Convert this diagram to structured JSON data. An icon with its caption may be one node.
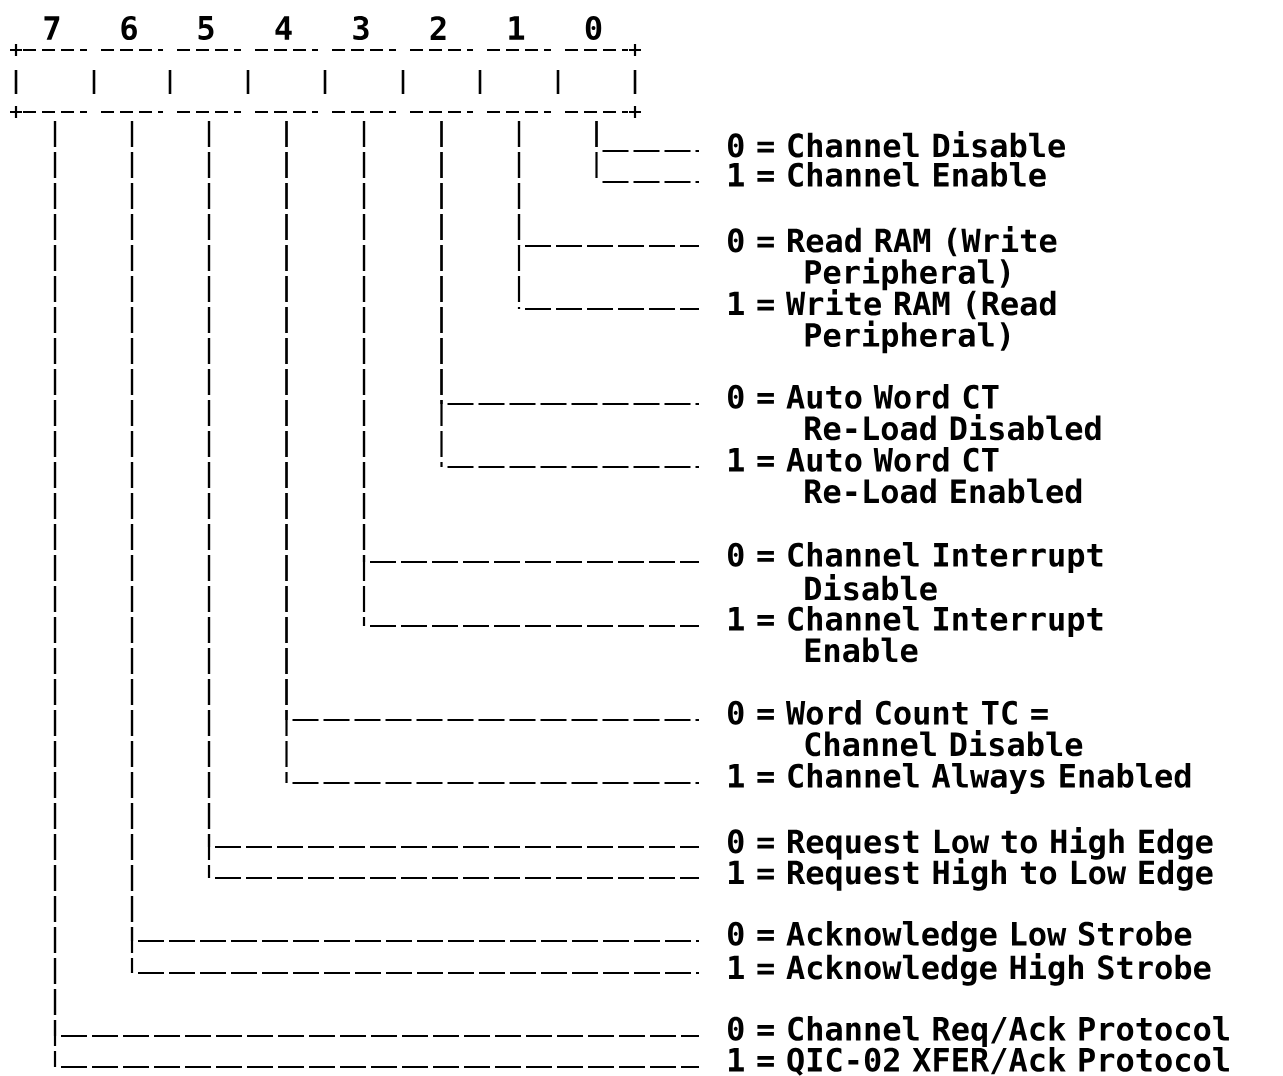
{
  "diagram": {
    "nodes": [
      {
        "text": [],
        "shape": "box",
        "beside": [
          "7"
        ]
      },
      {
        "text": [],
        "shape": "box",
        "beside": [
          "6"
        ]
      },
      {
        "text": [],
        "shape": "box",
        "beside": [
          "5"
        ]
      },
      {
        "text": [],
        "shape": "box",
        "beside": [
          "4"
        ]
      },
      {
        "text": [],
        "shape": "box",
        "beside": [
          "3"
        ]
      },
      {
        "text": [],
        "shape": "box",
        "beside": [
          "2"
        ]
      },
      {
        "text": [],
        "shape": "box",
        "beside": [
          "1"
        ]
      },
      {
        "text": [],
        "shape": "box",
        "beside": [
          "0"
        ]
      },
      {
        "text": [
          "0 = Channel Disable"
        ]
      },
      {
        "text": [
          "1 = Channel Enable"
        ]
      },
      {
        "text": [
          "0 = Read RAM (Write Peripheral)"
        ]
      },
      {
        "text": [
          "1 = Write RAM (Read Peripheral)"
        ]
      },
      {
        "text": [
          "0 = Auto Word CT Re-Load Disabled"
        ]
      },
      {
        "text": [
          "1 = Auto Word CT Re-Load Enabled"
        ]
      },
      {
        "text": [
          "0 = Channel Interrupt Disable"
        ]
      },
      {
        "text": [
          "1 = Channel Interrupt Enable"
        ]
      },
      {
        "text": [
          "0 = Word Count TC = Channel Disable"
        ]
      },
      {
        "text": [
          "1 = Channel Always Enabled"
        ]
      },
      {
        "text": [
          "0 = Request Low to High Edge"
        ]
      },
      {
        "text": [
          "1 = Request High to Low Edge"
        ]
      },
      {
        "text": [
          "0 = Acknowledge Low Strobe"
        ]
      },
      {
        "text": [
          "1 = Acknowledge High Strobe"
        ]
      },
      {
        "text": [
          "0 = Channel Req/Ack Protocol"
        ]
      },
      {
        "text": [
          "1 = QIC-02 XFER/Ack Protocol"
        ]
      }
    ],
    "edges": [
      {
        "from": 7,
        "to": 8,
        "arrow": "none"
      },
      {
        "from": 7,
        "to": 9,
        "arrow": "none"
      },
      {
        "from": 6,
        "to": 10,
        "arrow": "none"
      },
      {
        "from": 6,
        "to": 11,
        "arrow": "none"
      },
      {
        "from": 5,
        "to": 12,
        "arrow": "none"
      },
      {
        "from": 5,
        "to": 13,
        "arrow": "none"
      },
      {
        "from": 4,
        "to": 14,
        "arrow": "none"
      },
      {
        "from": 4,
        "to": 15,
        "arrow": "none"
      },
      {
        "from": 3,
        "to": 16,
        "arrow": "none"
      },
      {
        "from": 3,
        "to": 17,
        "arrow": "none"
      },
      {
        "from": 2,
        "to": 18,
        "arrow": "none"
      },
      {
        "from": 2,
        "to": 19,
        "arrow": "none"
      },
      {
        "from": 1,
        "to": 20,
        "arrow": "none"
      },
      {
        "from": 1,
        "to": 21,
        "arrow": "none"
      },
      {
        "from": 0,
        "to": 22,
        "arrow": "none"
      },
      {
        "from": 0,
        "to": 23,
        "arrow": "none"
      }
    ]
  }
}
